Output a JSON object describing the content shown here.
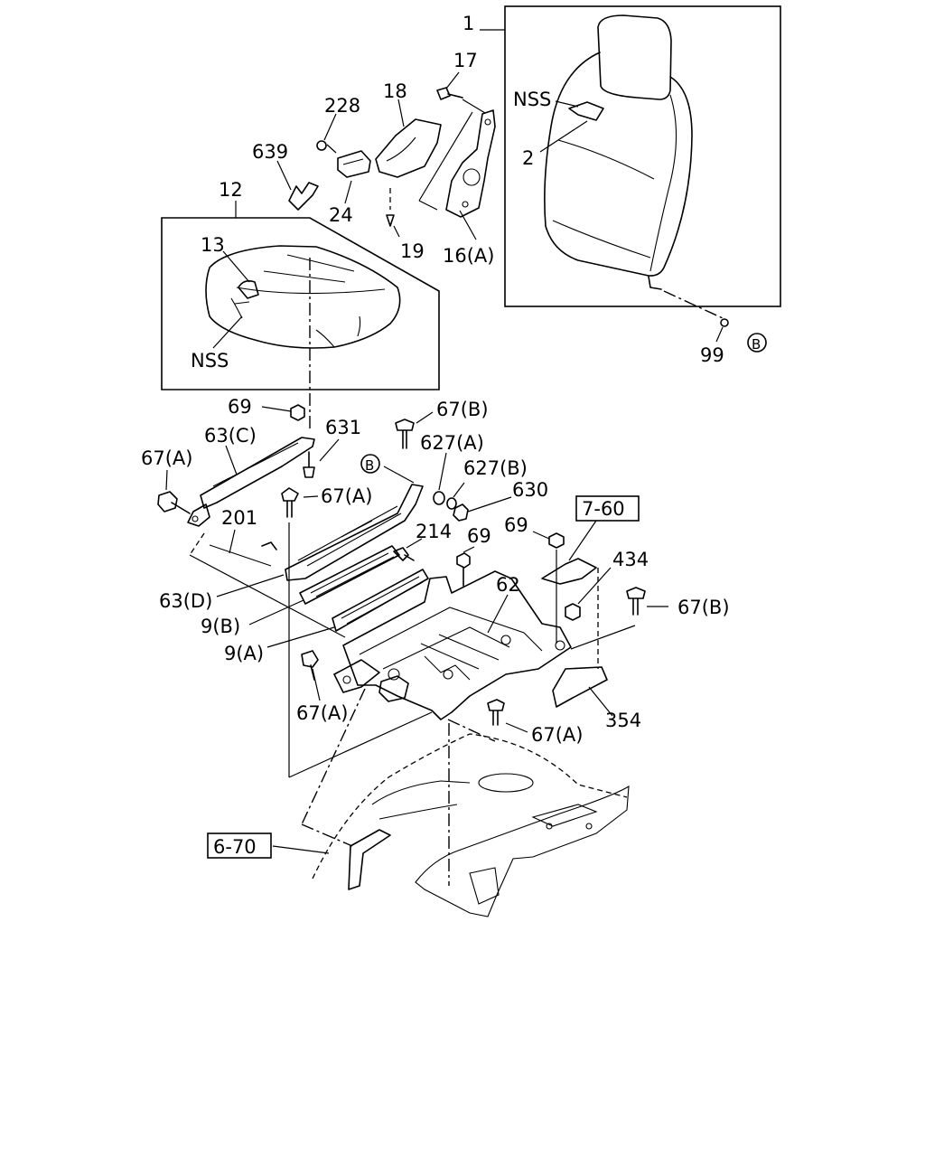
{
  "labels": {
    "l1": "1",
    "l2": "2",
    "nss_back": "NSS",
    "l17": "17",
    "l18": "18",
    "l228": "228",
    "l639": "639",
    "l12": "12",
    "l24": "24",
    "l19": "19",
    "l16a": "16(A)",
    "l13": "13",
    "nss_cush": "NSS",
    "l99": "99",
    "circ_b": "B",
    "l69a": "69",
    "l631": "631",
    "l63c": "63(C)",
    "l67a_1": "67(A)",
    "l67b_1": "67(B)",
    "l627a": "627(A)",
    "circ_b2": "B",
    "l627b": "627(B)",
    "l630": "630",
    "l67a_2": "67(A)",
    "l201": "201",
    "l214": "214",
    "l69b": "69",
    "l69c": "69",
    "l760": "7-60",
    "l434": "434",
    "l62": "62",
    "l63d": "63(D)",
    "l9b": "9(B)",
    "l67b_2": "67(B)",
    "l9a": "9(A)",
    "l67a_3": "67(A)",
    "l354": "354",
    "l67a_4": "67(A)",
    "l670": "6-70"
  }
}
